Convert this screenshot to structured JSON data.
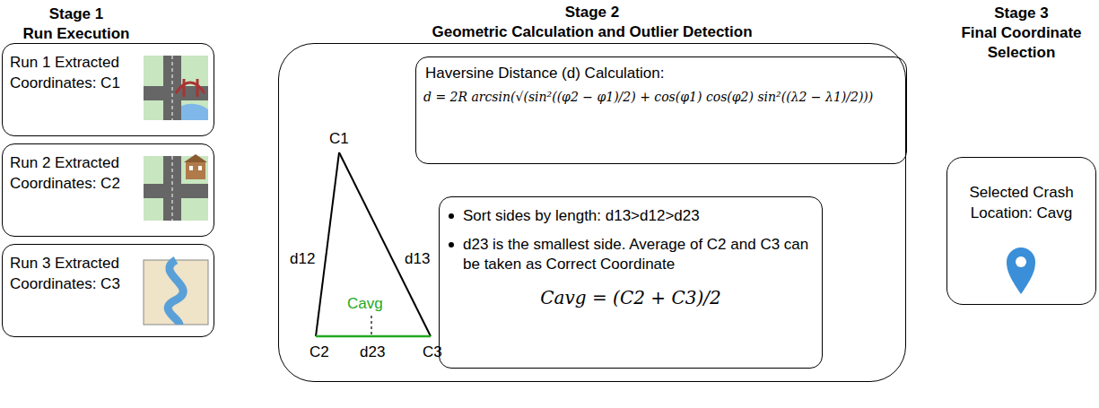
{
  "diagram": {
    "nodes": [
      {
        "text": [
          "Run 1 Extracted Coordinates: C1"
        ]
      },
      {
        "text": [
          "Run 2 Extracted Coordinates: C2"
        ]
      },
      {
        "text": [
          "Run 3 Extracted Coordinates: C3"
        ]
      },
      {
        "text": [
          "Stage 2",
          "Geometric Calculation and Outlier Detection"
        ]
      },
      {
        "text": [
          "Haversine Distance (d) Calculation:",
          "d = 2R arcsin(√(sin²((φ2 − φ1)/2) + cos(φ1) cos(φ2) sin²((λ2 − λ1)/2)))"
        ],
        "in": 3
      },
      {
        "text": [
          "Sort sides by length: d13>d12>d23",
          "d23 is the smallest side. Average of C2 and C3 can be taken as Correct Coordinate",
          "Cavg = (C2 + C3)/2"
        ],
        "in": 3
      },
      {
        "text": [
          "Stage 3",
          "Final Coordinate Selection",
          "Selected Crash Location: Cavg"
        ]
      }
    ],
    "labels": [
      "Stage 1",
      "Run Execution",
      "C1",
      "d12",
      "d13",
      "Cavg",
      "C2",
      "d23",
      "C3"
    ]
  }
}
